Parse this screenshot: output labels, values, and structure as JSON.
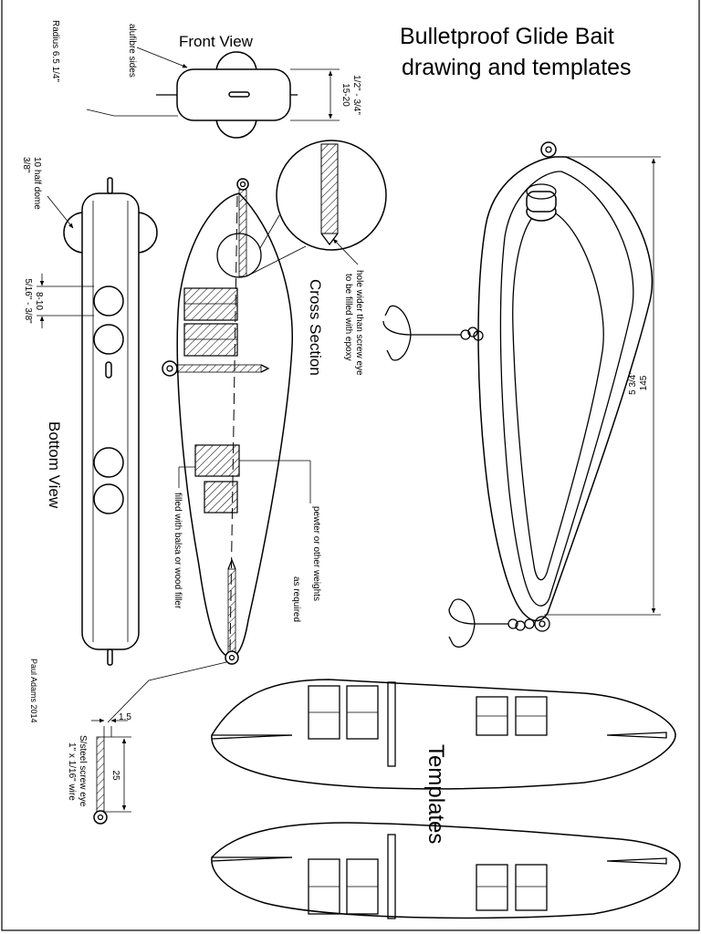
{
  "title": {
    "line1": "Bulletproof Glide Bait",
    "line2": "drawing and templates"
  },
  "front_view": {
    "heading": "Front View",
    "radius_label": "Radius 6.5  1/4\"",
    "sides_label": "alufibre sides",
    "height_mm": "15-20",
    "height_in": "1/2\" - 3/4\""
  },
  "bottom_view": {
    "heading": "Bottom View",
    "dome_label": "10 half dome",
    "dome_in": "3/8\"",
    "weight_mm": "8-10",
    "weight_in": "5/16\" - 3/8\""
  },
  "cross_section": {
    "heading": "Cross Section",
    "hole_note_1": "hole wider than screw eye",
    "hole_note_2": "to be filled with epoxy",
    "filler_note": "filled with balsa or wood filler",
    "weights_note_1": "pewter or other weights",
    "weights_note_2": "as required"
  },
  "side_view": {
    "length_in": "5 3/4\"",
    "length_mm": "145"
  },
  "screw_eye": {
    "dim_top": "1.5",
    "dim_len": "25",
    "label_1": "S/steel screw eye",
    "label_2": "1\" x 1/16\" wire"
  },
  "author": "Paul Adams 2014",
  "templates": {
    "heading": "Templates"
  }
}
